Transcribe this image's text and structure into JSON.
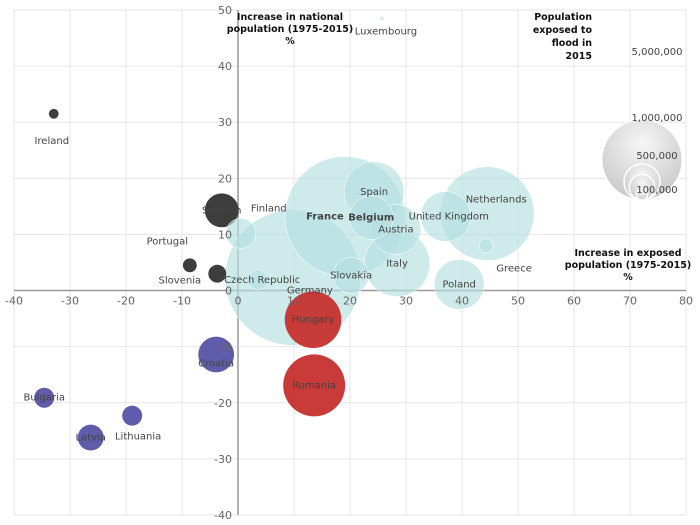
{
  "chart_data": {
    "type": "scatter",
    "subtype": "bubble",
    "title": "",
    "xlabel": "Increase in exposed population (1975-2015) %",
    "ylabel": "Increase in national population (1975-2015) %",
    "xlim": [
      -40,
      80
    ],
    "ylim": [
      -40,
      50
    ],
    "xticks": [
      -40,
      -30,
      -20,
      -10,
      0,
      10,
      20,
      30,
      40,
      50,
      60,
      70,
      80
    ],
    "yticks": [
      -40,
      -30,
      -20,
      -10,
      0,
      10,
      20,
      30,
      40,
      50
    ],
    "grid": true,
    "size_legend": {
      "title": "Population exposed to flood in 2015",
      "entries": [
        {
          "label": "5,000,000",
          "value": 5000000
        },
        {
          "label": "1,000,000",
          "value": 1000000
        },
        {
          "label": "500,000",
          "value": 500000
        },
        {
          "label": "100,000",
          "value": 100000
        }
      ]
    },
    "colors": {
      "light": "#b5dfe1",
      "dark": "#333333",
      "red": "#c5302e",
      "purple": "#5753a8"
    },
    "points": [
      {
        "name": "Germany",
        "x": 9.8,
        "y": 2.3,
        "size": 11500000,
        "group": "light"
      },
      {
        "name": "France",
        "x": 19.1,
        "y": 13.2,
        "size": 9000000,
        "group": "light"
      },
      {
        "name": "Netherlands",
        "x": 44.5,
        "y": 13.7,
        "size": 5500000,
        "group": "light"
      },
      {
        "name": "Italy",
        "x": 28.4,
        "y": 4.8,
        "size": 2700000,
        "group": "light"
      },
      {
        "name": "Spain",
        "x": 24.3,
        "y": 17.6,
        "size": 2250000,
        "group": "light"
      },
      {
        "name": "Austria",
        "x": 28.2,
        "y": 10.9,
        "size": 1560000,
        "group": "light"
      },
      {
        "name": "United Kingdom",
        "x": 37.1,
        "y": 13.2,
        "size": 1560000,
        "group": "light"
      },
      {
        "name": "Poland",
        "x": 39.5,
        "y": 1.1,
        "size": 1560000,
        "group": "light"
      },
      {
        "name": "Belgium",
        "x": 23.8,
        "y": 13.0,
        "size": 1200000,
        "group": "light"
      },
      {
        "name": "Slovakia",
        "x": 20.2,
        "y": 2.7,
        "size": 800000,
        "group": "light"
      },
      {
        "name": "Finland",
        "x": 0.5,
        "y": 10.2,
        "size": 560000,
        "group": "light"
      },
      {
        "name": "Czech Republic",
        "x": 3.6,
        "y": 1.9,
        "size": 250000,
        "group": "light"
      },
      {
        "name": "Greece",
        "x": 44.3,
        "y": 8.0,
        "size": 120000,
        "group": "light"
      },
      {
        "name": "Luxembourg",
        "x": 25.7,
        "y": 48.5,
        "size": 10000,
        "group": "light"
      },
      {
        "name": "Sweden",
        "x": -2.9,
        "y": 14.3,
        "size": 720000,
        "group": "dark"
      },
      {
        "name": "Ireland",
        "x": -32.9,
        "y": 31.5,
        "size": 60000,
        "group": "dark"
      },
      {
        "name": "Slovenia",
        "x": -8.6,
        "y": 4.5,
        "size": 120000,
        "group": "dark"
      },
      {
        "name": "Portugal",
        "x": -3.7,
        "y": 3.0,
        "size": 200000,
        "group": "dark"
      },
      {
        "name": "Hungary",
        "x": 13.4,
        "y": -5.2,
        "size": 2000000,
        "group": "red"
      },
      {
        "name": "Romania",
        "x": 13.6,
        "y": -16.9,
        "size": 2400000,
        "group": "red"
      },
      {
        "name": "Croatia",
        "x": -3.9,
        "y": -11.4,
        "size": 800000,
        "group": "purple"
      },
      {
        "name": "Bulgaria",
        "x": -34.6,
        "y": -19.1,
        "size": 250000,
        "group": "purple"
      },
      {
        "name": "Lithuania",
        "x": -18.9,
        "y": -22.3,
        "size": 250000,
        "group": "purple"
      },
      {
        "name": "Latvia",
        "x": -26.3,
        "y": -26.2,
        "size": 420000,
        "group": "purple"
      }
    ]
  }
}
